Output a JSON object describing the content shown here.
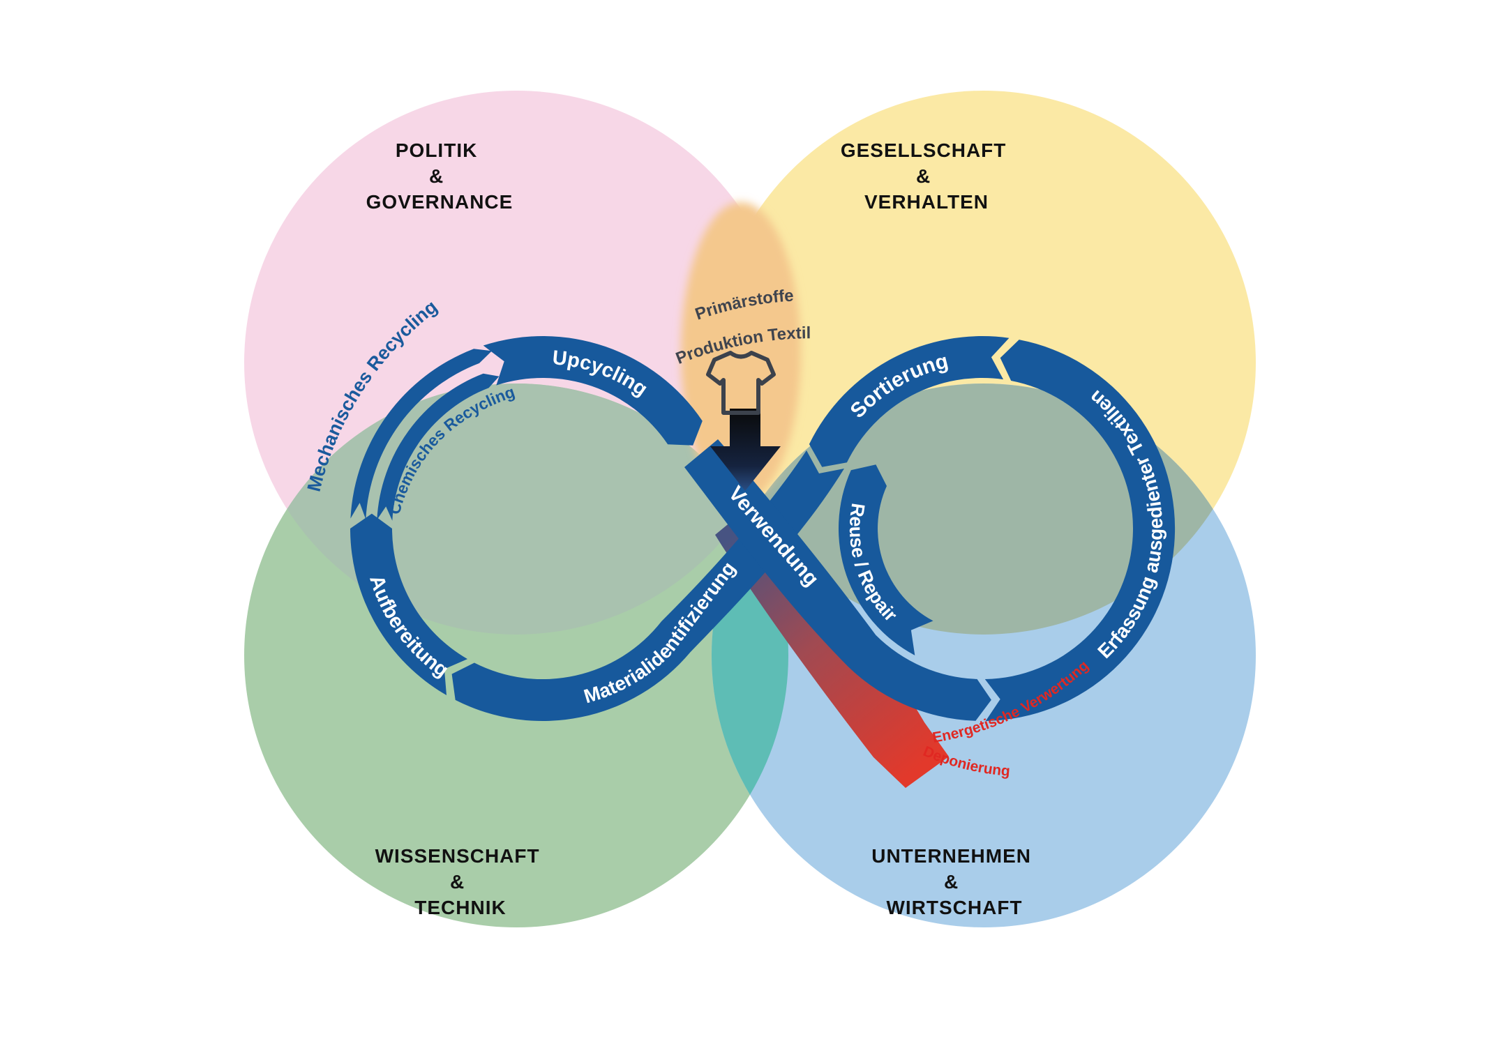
{
  "diagram": {
    "quadrants": [
      {
        "id": "politik",
        "lines": [
          "POLITIK",
          "&",
          "GOVERNANCE"
        ]
      },
      {
        "id": "gesellschaft",
        "lines": [
          "GESELLSCHAFT",
          "&",
          "VERHALTEN"
        ]
      },
      {
        "id": "wissenschaft",
        "lines": [
          "WISSENSCHAFT",
          "&",
          "TECHNIK"
        ]
      },
      {
        "id": "unternehmen",
        "lines": [
          "UNTERNEHMEN",
          "&",
          "WIRTSCHAFT"
        ]
      }
    ],
    "cycle": {
      "upcycling": "Upcycling",
      "sortierung": "Sortierung",
      "erfassung": "Erfassung ausgedienter Textilien",
      "reuse": "Reuse / Repair",
      "verwendung": "Verwendung",
      "material": "Materialidentifizierung",
      "aufbereitung": "Aufbereitung",
      "mechanisch": "Mechanisches Recycling",
      "chemisch": "Chemisches Recycling"
    },
    "input": {
      "line1": "Primärstoffe",
      "line2": "Produktion Textil"
    },
    "waste": {
      "line1": "Energetische Verwertung",
      "line2": "Deponierung"
    },
    "colors": {
      "pink": "#f7d7e7",
      "yellow": "#fbe9a5",
      "green": "#a9cda9",
      "blue": "#a9cdea",
      "lens_pink_green": "#a9c2af",
      "lens_yellow_blue": "#9eb6a6",
      "lens_green_blue": "#5ebdb5",
      "band_blue": "#17599c",
      "label_blue": "#1a5a9c",
      "red": "#e02822",
      "red_arrow_start": "#475382",
      "red_arrow_mid": "#a04a52",
      "red_arrow_end": "#e2392b",
      "black_arrow_top": "#0a0a0a",
      "black_arrow_mid": "#15233f",
      "black_arrow_tip": "#2a4e84",
      "input_orange": "#f4c88d",
      "input_text": "#3f444e",
      "tshirt_line": "#3c424c",
      "title_text": "#111111"
    }
  }
}
